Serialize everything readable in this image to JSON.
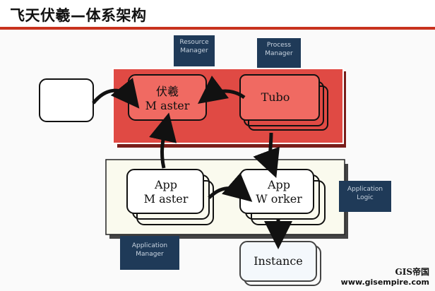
{
  "title": "飞天伏羲—体系架构",
  "nodes": {
    "fuxi_master": "伏羲\nM aster",
    "tubo": "Tubo",
    "app_master": "App\nM aster",
    "app_worker": "App\nW orker",
    "instance": "Instance"
  },
  "callouts": {
    "resource_manager": "Resource\nManager",
    "process_manager": "Process\nManager",
    "application_logic": "Application\nLogic",
    "application_manager": "Application\nManager"
  },
  "logo": {
    "name": "GIS帝国",
    "url": "www.gisempire.com"
  },
  "colors": {
    "accent_red": "#c8321e",
    "cluster_red": "#e04a44",
    "callout_navy": "#1f3a58"
  }
}
